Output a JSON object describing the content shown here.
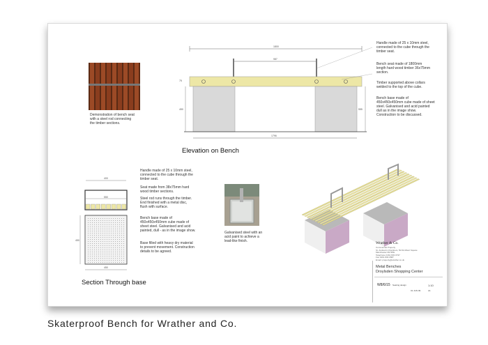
{
  "elevation": {
    "heading": "Elevation on Bench",
    "dim_overall": "1800",
    "dim_inner": "987",
    "dim_base": "1796",
    "dim_height_left": "450",
    "dim_height_right": "555",
    "dim_top": "75",
    "callouts": [
      "Handle made of 25 x 10mm steel, connected to the cube through the timber seat.",
      "Bench seat made of 1800mm length hard wood timber 36x75mm section.",
      "Timber supported above collars welded to the top of the cube.",
      "Bench base made of 450x450x450mm cube made of sheet steel. Galvanised and acid painted dull as in the image show. Construction to be discussed."
    ]
  },
  "photo_seat": {
    "caption": "Demonstration of bench seat with a steel rod connecting the timber sections."
  },
  "section": {
    "heading": "Section Through base",
    "dim_top": "400",
    "dim_mid": "550",
    "dim_side": "450",
    "dim_bottom": "450",
    "callouts": [
      "Handle made of 25 x 10mm steel, connected to the cube through the timber seat.",
      "Seat made from 38x75mm hard wood timber sections.",
      "Steel rod runs through the timber. End finished with a metal disc, flush with surface.",
      "Bench base made of 450x450x450mm cube made of sheet steel. Galvanised and acid painted, dull - as in the image show.",
      "Base filled with heavy dry material to prevent movement. Construction details to be agreed."
    ]
  },
  "photo_steel": {
    "caption": "Galvanised steel with an acid paint to achieve a lead-like finish."
  },
  "title_block": {
    "company": "Wrather & Co.",
    "address": "Commercial Property\nSt. Andrew's Chambers, 50-52 Albert Square\nManchester M2 5PE\nTelephone 0161 833 0737\nFax 0161 833 0587\nEmail: property@wrather.co.uk",
    "project": "Metal Benches",
    "site": "Droylsden Shopping Center",
    "drawing_no": "W8/6/15",
    "drawing_desc": "Seating design",
    "scale": "1:10",
    "date": "01 JUN 09",
    "rev": "A1"
  },
  "caption": "Skaterproof Bench for Wrather and Co.",
  "colors": {
    "timber": "#ede7a6",
    "timber_dark": "#c9c17a",
    "cube": "#d9d9d9",
    "wood_photo": "#8a3d1e"
  }
}
